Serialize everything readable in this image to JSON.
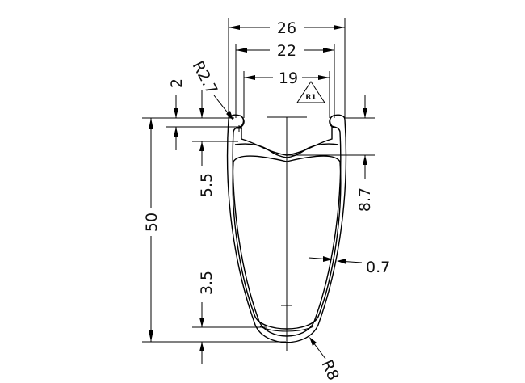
{
  "dimensions": {
    "outer_width": "26",
    "inner_width": "22",
    "bead_seat_width": "19",
    "hook_height": "2",
    "hook_radius": "R2.7",
    "tire_bed_depth": "5.5",
    "depth": "50",
    "bed_to_spoke_face": "8.7",
    "wall_thickness": "0.7",
    "spoke_bed_thickness": "3.5",
    "bottom_radius": "R8"
  },
  "symbols": {
    "tolerance_mark": "R1"
  }
}
